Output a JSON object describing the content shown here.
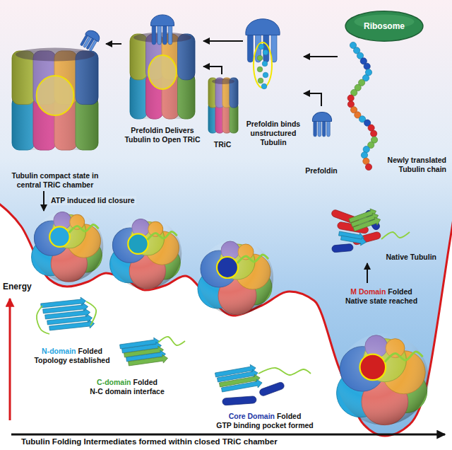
{
  "diagram": {
    "nodes": [
      {
        "text": [
          "Ribosome"
        ]
      },
      {
        "text": [
          "Newly translated Tubulin chain"
        ]
      },
      {
        "text": [
          "Prefoldin"
        ]
      },
      {
        "text": [
          "Prefoldin binds unstructured Tubulin"
        ]
      },
      {
        "text": [
          "TRiC"
        ]
      },
      {
        "text": [
          "Prefoldin Delivers Tubulin to Open TRiC"
        ]
      },
      {
        "text": [
          "Tubulin compact state in central TRiC chamber"
        ]
      },
      {
        "text": [
          "N-domain",
          "Folded",
          "Topology established"
        ]
      },
      {
        "text": [
          "C-domain",
          "Folded",
          "N-C domain interface"
        ]
      },
      {
        "text": [
          "Core Domain",
          "Folded",
          "GTP binding pocket formed"
        ]
      },
      {
        "text": [
          "M Domain",
          "Folded",
          "Native state reached"
        ]
      },
      {
        "text": [
          "Native Tubulin"
        ]
      }
    ],
    "edges": [
      {
        "from": 1,
        "to": 3,
        "arrow": "to"
      },
      {
        "from": 2,
        "to": 3,
        "arrow": "to"
      },
      {
        "from": 3,
        "to": 5,
        "arrow": "to"
      },
      {
        "from": 4,
        "to": 5,
        "arrow": "to"
      },
      {
        "from": 5,
        "to": 6,
        "arrow": "to"
      },
      {
        "from": 6,
        "to": 7,
        "label": "ATP induced lid closure",
        "arrow": "to"
      },
      {
        "from": 10,
        "to": 11,
        "arrow": "to"
      }
    ],
    "labels": [
      "Energy",
      "Tubulin Folding Intermediates formed within closed TRiC chamber"
    ]
  }
}
